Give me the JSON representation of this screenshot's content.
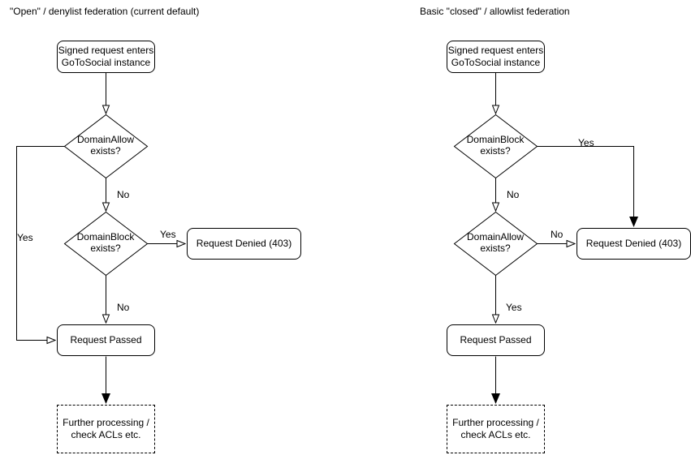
{
  "page": {
    "background_color": "#ffffff",
    "line_color": "#000000",
    "node_fill_color": "#ffffff"
  },
  "left_chart": {
    "title": "\"Open\" / denylist federation (current default)",
    "start": {
      "line1": "Signed request enters",
      "line2": "GoToSocial instance"
    },
    "decision1": {
      "line1": "DomainAllow",
      "line2": "exists?"
    },
    "decision2": {
      "line1": "DomainBlock",
      "line2": "exists?"
    },
    "denied": "Request Denied (403)",
    "passed": "Request Passed",
    "further": {
      "line1": "Further processing /",
      "line2": "check ACLs etc."
    },
    "labels": {
      "d1_side": "Yes",
      "d1_down": "No",
      "d2_side": "Yes",
      "d2_down": "No"
    }
  },
  "right_chart": {
    "title": "Basic \"closed\" / allowlist federation",
    "start": {
      "line1": "Signed request enters",
      "line2": "GoToSocial instance"
    },
    "decision1": {
      "line1": "DomainBlock",
      "line2": "exists?"
    },
    "decision2": {
      "line1": "DomainAllow",
      "line2": "exists?"
    },
    "denied": "Request Denied (403)",
    "passed": "Request Passed",
    "further": {
      "line1": "Further processing /",
      "line2": "check ACLs etc."
    },
    "labels": {
      "d1_side": "Yes",
      "d1_down": "No",
      "d2_side": "No",
      "d2_down": "Yes"
    }
  }
}
